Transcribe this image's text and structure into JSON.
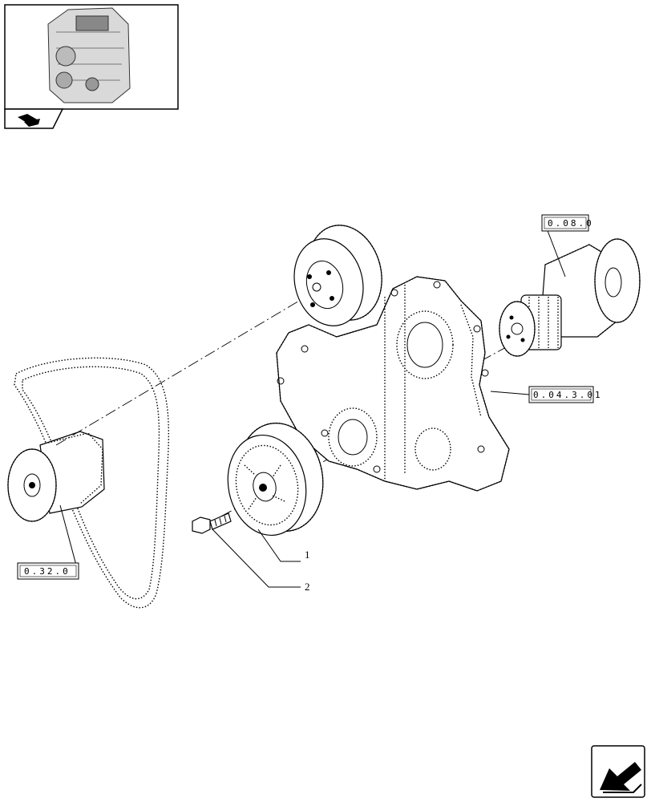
{
  "references": {
    "crankshaft": "0.08.0",
    "timing_cover": "0.04.3.01",
    "water_pump": "0.32.0"
  },
  "callouts": {
    "pulley": "1",
    "bolt": "2"
  },
  "icons": {
    "thumbnail": "engine-thumbnail-icon",
    "section_tab": "book-tab-icon",
    "navigation": "next-page-arrow-icon"
  }
}
